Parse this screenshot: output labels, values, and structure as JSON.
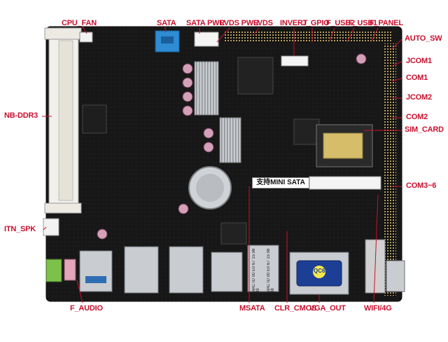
{
  "labels": {
    "cpu_fan": "CPU_FAN",
    "sata": "SATA",
    "sata_pwr": "SATA PWR",
    "lvds_pwr": "LVDS PWR",
    "lvds": "LVDS",
    "invert": "INVERT",
    "j_gpio": "J_GPIO",
    "f_usb2": "F_USB2",
    "f_usb1": "F_USB1",
    "f_panel": "F_PANEL",
    "auto_sw": "AUTO_SW",
    "jcom1": "JCOM1",
    "com1": "COM1",
    "jcom2": "JCOM2",
    "com2": "COM2",
    "sim_card": "SIM_CARD",
    "com3_6": "COM3~6",
    "nb_ddr3": "NB-DDR3",
    "itn_spk": "ITN_SPK",
    "f_audio": "F_AUDIO",
    "msata": "MSATA",
    "clr_cmos": "CLR_CMOS",
    "vga_out": "VGA_OUT",
    "wifi_4g": "WIFI/4G"
  },
  "board": {
    "mini_sata_banner": "支持MINI SATA",
    "mac_id_1": "MAC ID 00 E0 67 15 98 89",
    "mac_id_2": "MAC ID 00 E0 67 15 98 88",
    "vga_chip": "QC6"
  },
  "colors": {
    "label": "#c8102e",
    "pcb": "#161616",
    "leader": "#c8102e"
  }
}
